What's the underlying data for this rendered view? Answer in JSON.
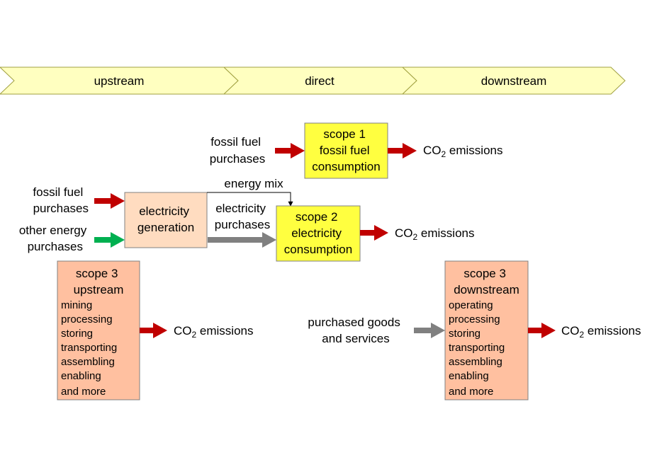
{
  "phases": [
    {
      "label": "upstream"
    },
    {
      "label": "direct"
    },
    {
      "label": "downstream"
    }
  ],
  "scope1": {
    "input_label": [
      "fossil fuel",
      "purchases"
    ],
    "title": [
      "scope 1",
      "fossil fuel",
      "consumption"
    ],
    "output": {
      "prefix": "CO",
      "sub": "2",
      "suffix": " emissions"
    }
  },
  "electricity_generation": {
    "title": [
      "electricity",
      "generation"
    ],
    "input1_label": [
      "fossil fuel",
      "purchases"
    ],
    "input2_label": [
      "other energy",
      "purchases"
    ],
    "energy_mix_label": "energy mix",
    "purchases_label": [
      "electricity",
      "purchases"
    ]
  },
  "scope2": {
    "title": [
      "scope 2",
      "electricity",
      "consumption"
    ],
    "output": {
      "prefix": "CO",
      "sub": "2",
      "suffix": " emissions"
    }
  },
  "scope3_upstream": {
    "title": [
      "scope 3",
      "upstream"
    ],
    "items": [
      "mining",
      "processing",
      "storing",
      "transporting",
      "assembling",
      "enabling",
      "and more"
    ],
    "output": {
      "prefix": "CO",
      "sub": "2",
      "suffix": " emissions"
    }
  },
  "scope3_downstream": {
    "input_label": [
      "purchased goods",
      "and services"
    ],
    "title": [
      "scope 3",
      "downstream"
    ],
    "items": [
      "operating",
      "processing",
      "storing",
      "transporting",
      "assembling",
      "enabling",
      "and more"
    ],
    "output": {
      "prefix": "CO",
      "sub": "2",
      "suffix": " emissions"
    }
  },
  "colors": {
    "phase_fill": "#ffffc0",
    "phase_stroke": "#a0a040",
    "scope_yellow": "#ffff40",
    "generation_fill": "#ffdcc0",
    "scope3_fill": "#ffc0a0",
    "arrow_red": "#c00000",
    "arrow_green": "#00b050",
    "arrow_gray": "#808080"
  }
}
